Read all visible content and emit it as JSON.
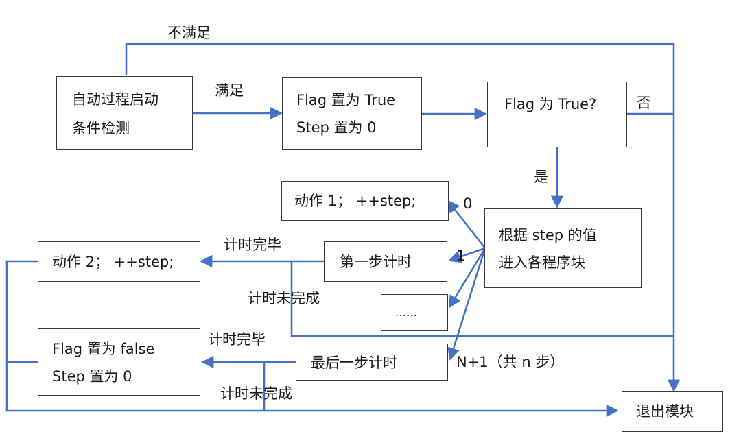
{
  "nodes": {
    "start_check": {
      "lines": [
        "自动过程启动",
        "条件检测"
      ]
    },
    "set_flag": {
      "lines": [
        "Flag 置为 True",
        "Step 置为 0"
      ]
    },
    "flag_check": {
      "lines": [
        "Flag 为 True?"
      ]
    },
    "dispatch": {
      "lines": [
        "根据  step  的值",
        "进入各程序块"
      ]
    },
    "action1": {
      "lines": [
        "动作 1；  ++step;"
      ]
    },
    "timer_first": {
      "lines": [
        "第一步计时"
      ]
    },
    "ellipsis": {
      "lines": [
        "……"
      ]
    },
    "timer_last": {
      "lines": [
        "最后一步计时"
      ]
    },
    "action2": {
      "lines": [
        "动作 2；  ++step;"
      ]
    },
    "reset_flag": {
      "lines": [
        "Flag 置为 false",
        "Step 置为 0"
      ]
    },
    "exit": {
      "lines": [
        "退出模块"
      ]
    }
  },
  "edge_labels": {
    "not_satisfied": "不满足",
    "satisfied": "满足",
    "no": "否",
    "yes": "是",
    "step0": "0",
    "step1": "1",
    "stepN": "N+1（共 n 步）",
    "timer_done_1": "计时完毕",
    "timer_not_done_1": "计时未完成",
    "timer_done_2": "计时完毕",
    "timer_not_done_2": "计时未完成"
  },
  "colors": {
    "wire": "#4472c4",
    "border": "#3a3a3a",
    "text": "#1a1a1a"
  }
}
